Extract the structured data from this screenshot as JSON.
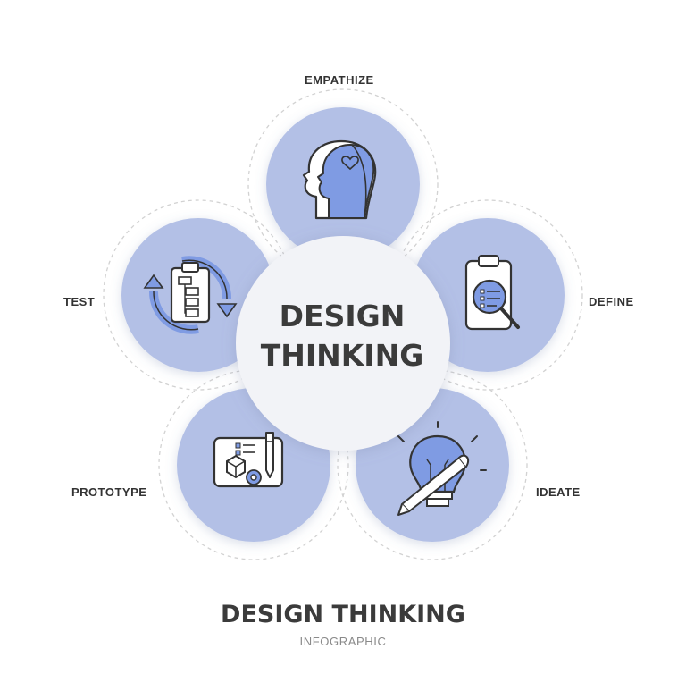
{
  "center": {
    "line1": "DESIGN",
    "line2": "THINKING"
  },
  "stages": [
    {
      "id": "empathize",
      "label": "EMPATHIZE",
      "icon": "head-heart-icon"
    },
    {
      "id": "define",
      "label": "DEFINE",
      "icon": "clipboard-magnifier-icon"
    },
    {
      "id": "ideate",
      "label": "IDEATE",
      "icon": "lightbulb-pencil-icon"
    },
    {
      "id": "prototype",
      "label": "PROTOTYPE",
      "icon": "blueprint-gear-icon"
    },
    {
      "id": "test",
      "label": "TEST",
      "icon": "clipboard-cycle-icon"
    }
  ],
  "footer": {
    "title": "DESIGN THINKING",
    "subtitle": "INFOGRAPHIC"
  },
  "colors": {
    "petal": "#b3c0e6",
    "petal_dark": "#9fb0df",
    "icon_fill": "#7f9be3",
    "center": "#f2f3f7",
    "text": "#3b3b3b",
    "dash": "#d2d2d2"
  }
}
